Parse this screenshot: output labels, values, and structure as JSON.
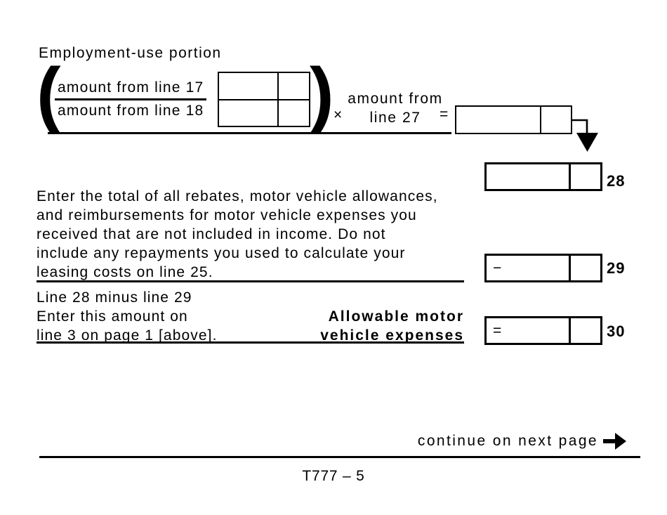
{
  "colors": {
    "ink": "#000000",
    "paper": "#ffffff"
  },
  "heading": {
    "label": "Employment-use portion"
  },
  "equation": {
    "open_paren": "(",
    "close_paren": ")",
    "fraction": {
      "numerator": "amount from line 17",
      "denominator": "amount from line 18"
    },
    "multiply_sign": "×",
    "multiplier_label_line1": "amount from",
    "multiplier_label_line2": "line 27",
    "equals_sign": "="
  },
  "amount_rows": {
    "line28": {
      "number": "28",
      "operator": ""
    },
    "line29": {
      "number": "29",
      "operator": "−"
    },
    "line30": {
      "number": "30",
      "operator": "="
    }
  },
  "instructions": {
    "rebates_paragraph": [
      "Enter the total of all rebates, motor vehicle allowances,",
      "and reimbursements for motor vehicle expenses you",
      "received that are not included in income. Do not",
      "include any repayments you used to calculate your",
      "leasing costs on line 25."
    ],
    "subtraction_lines": [
      "Line 28 minus line 29",
      "Enter this amount on",
      "line 3 on page 1 [above]."
    ],
    "result_label_line1": "Allowable motor",
    "result_label_line2": "vehicle expenses"
  },
  "footer": {
    "continue_label": "continue on next page",
    "continue_icon": "arrow-right-icon",
    "flow_icon": "arrow-down-icon",
    "form_number": "T777 – 5"
  }
}
